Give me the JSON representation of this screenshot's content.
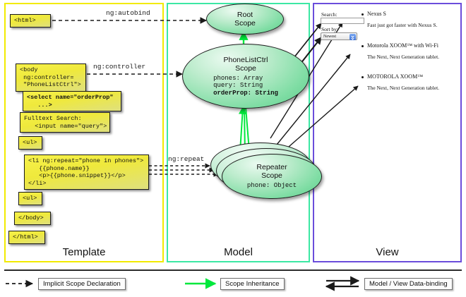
{
  "diagram": {
    "title": "AngularJS Template / Model / View data-binding diagram"
  },
  "panels": {
    "template": {
      "label": "Template",
      "border_color": "#f2ea00",
      "boxes": [
        {
          "id": "html-open",
          "text": "<html>"
        },
        {
          "id": "body-open",
          "text": "<body\n ng:controller=\n \"PhoneListCtrl\">"
        },
        {
          "id": "select-tag",
          "text": "<select name=\"orderProp\"\n   ...>"
        },
        {
          "id": "fulltext",
          "text": "Fulltext Search:\n   <input name=\"query\">"
        },
        {
          "id": "ul-open",
          "text": "<ul>"
        },
        {
          "id": "li-repeat",
          "text": "<li ng:repeat=\"phone in phones\">\n   {{phone.name}}\n   <p>{{phone.snippet}}</p>\n</li>"
        },
        {
          "id": "ul-close",
          "text": "<ul>"
        },
        {
          "id": "body-close",
          "text": "</body>"
        },
        {
          "id": "html-close",
          "text": "</html>"
        }
      ]
    },
    "model": {
      "label": "Model",
      "border_color": "#3ce8a4",
      "scopes": [
        {
          "id": "root-scope",
          "title_line1": "Root",
          "title_line2": "Scope",
          "props": ""
        },
        {
          "id": "ctrl-scope",
          "title_line1": "PhoneListCtrl",
          "title_line2": "Scope",
          "props_plain": "phones: Array\nquery: String",
          "props_bold": "orderProp: String"
        },
        {
          "id": "repeater-scope",
          "title_line1": "Repeater",
          "title_line2": "Scope",
          "props_plain": "phone: Object"
        }
      ]
    },
    "view": {
      "label": "View",
      "border_color": "#6b4ddb",
      "search_label": "Search:",
      "search_value": "",
      "search_placeholder": "",
      "sort_label": "Sort by:",
      "sort_selected": "Newest",
      "sort_options": [
        "Newest"
      ],
      "phones": [
        {
          "name": "Nexus S",
          "snippet": "Fast just got faster with Nexus S."
        },
        {
          "name": "Motorola XOOM™  with Wi-Fi",
          "snippet": "The Next, Next Generation tablet."
        },
        {
          "name": "MOTOROLA XOOM™",
          "snippet": "The Next, Next Generation tablet."
        }
      ]
    }
  },
  "edge_labels": {
    "autobind": "ng:autobind",
    "controller": "ng:controller",
    "repeat": "ng:repeat"
  },
  "legend": {
    "items": [
      {
        "id": "implicit-scope",
        "label": "Implicit Scope Declaration",
        "arrow": "dashed-black"
      },
      {
        "id": "scope-inherit",
        "label": "Scope Inheritance",
        "arrow": "solid-green"
      },
      {
        "id": "data-binding",
        "label": "Model / View Data-binding",
        "arrow": "double-black"
      }
    ]
  },
  "colors": {
    "template_border": "#f2ea00",
    "model_border": "#3ce8a4",
    "view_border": "#6b4ddb",
    "inheritance_arrow": "#00e83c",
    "code_box_fill": "#efe93c",
    "scope_fill": "#7fdda4"
  }
}
